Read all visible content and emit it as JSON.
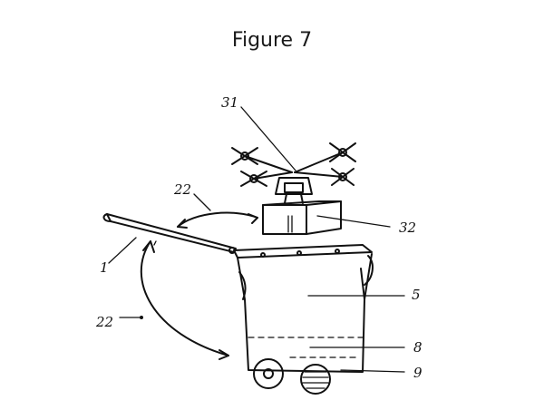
{
  "figure": {
    "title": "Figure 7"
  },
  "labels": {
    "drone": "31",
    "package": "32",
    "arrow_upper": "22",
    "lid": "1",
    "arrow_lower": "22",
    "bin_body": "5",
    "bin_compartment": "8",
    "bin_bottom": "9"
  }
}
